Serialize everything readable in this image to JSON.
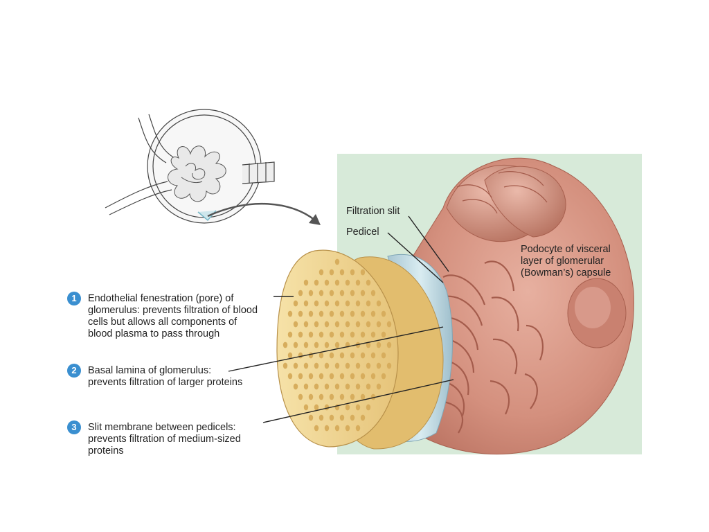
{
  "labels": {
    "filtration_slit": "Filtration slit",
    "pedicel": "Pedicel",
    "podocyte": [
      "Podocyte of visceral",
      "layer of glomerular",
      "(Bowman’s) capsule"
    ]
  },
  "items": [
    {
      "number": "1",
      "lines": [
        "Endothelial fenestration (pore) of",
        "glomerulus: prevents filtration of blood",
        "cells but allows all components of",
        "blood plasma to pass through"
      ]
    },
    {
      "number": "2",
      "lines": [
        "Basal lamina of glomerulus:",
        "prevents filtration of larger proteins"
      ]
    },
    {
      "number": "3",
      "lines": [
        "Slit membrane between pedicels:",
        "prevents filtration of medium-sized",
        "proteins"
      ]
    }
  ],
  "colors": {
    "badge": "#3a8fd0",
    "background_panel": "#d7ead9",
    "endothelium": "#efd38e",
    "podocyte": "#d79684",
    "basal_lamina": "#b9d6df"
  }
}
